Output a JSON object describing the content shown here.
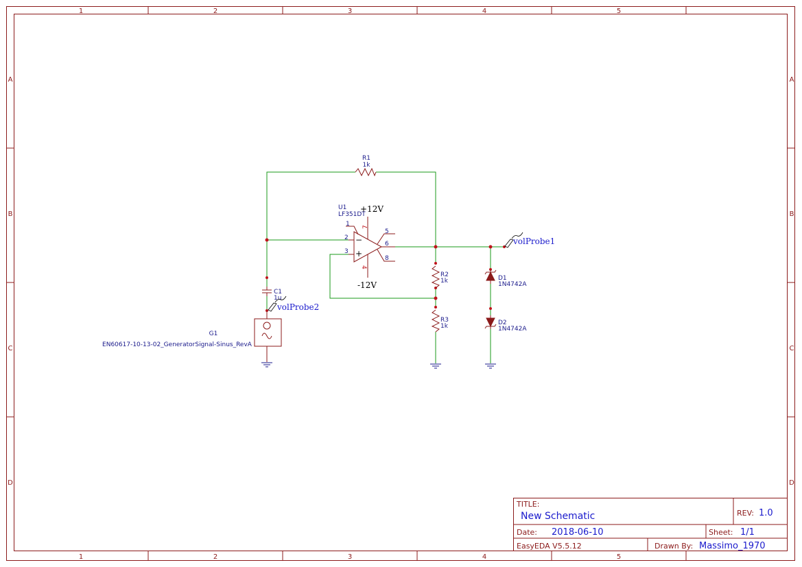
{
  "frame": {
    "columns": [
      "1",
      "2",
      "3",
      "4",
      "5"
    ],
    "rows": [
      "A",
      "B",
      "C",
      "D"
    ]
  },
  "components": {
    "r1": {
      "ref": "R1",
      "value": "1k"
    },
    "r2": {
      "ref": "R2",
      "value": "1k"
    },
    "r3": {
      "ref": "R3",
      "value": "1k"
    },
    "c1": {
      "ref": "C1",
      "value": "1u"
    },
    "u1": {
      "ref": "U1",
      "value": "LF351DT",
      "supply_pos": "+12V",
      "supply_neg": "-12V",
      "pins": {
        "p1": "1",
        "p2": "2",
        "p3": "3",
        "p4": "4",
        "p5": "5",
        "p6": "6",
        "p7": "7",
        "p8": "8"
      },
      "minus": "−",
      "plus": "+"
    },
    "d1": {
      "ref": "D1",
      "value": "1N4742A"
    },
    "d2": {
      "ref": "D2",
      "value": "1N4742A"
    },
    "g1": {
      "ref": "G1",
      "value": "EN60617-10-13-02_GeneratorSignal-Sinus_RevA"
    }
  },
  "probes": {
    "probe1": "volProbe1",
    "probe2": "volProbe2"
  },
  "title_block": {
    "title_label": "TITLE:",
    "title": "New Schematic",
    "rev_label": "REV:",
    "rev": "1.0",
    "date_label": "Date:",
    "date": "2018-06-10",
    "sheet_label": "Sheet:",
    "sheet": "1/1",
    "tool": "EasyEDA V5.5.12",
    "drawn_label": "Drawn By:",
    "drawn_by": "Massimo_1970"
  },
  "colors": {
    "frame": "#8b1a1a",
    "wire": "#1a9a1a",
    "component": "#8b1a1a",
    "label": "#1a1a8b",
    "probe": "#1a1acc"
  }
}
